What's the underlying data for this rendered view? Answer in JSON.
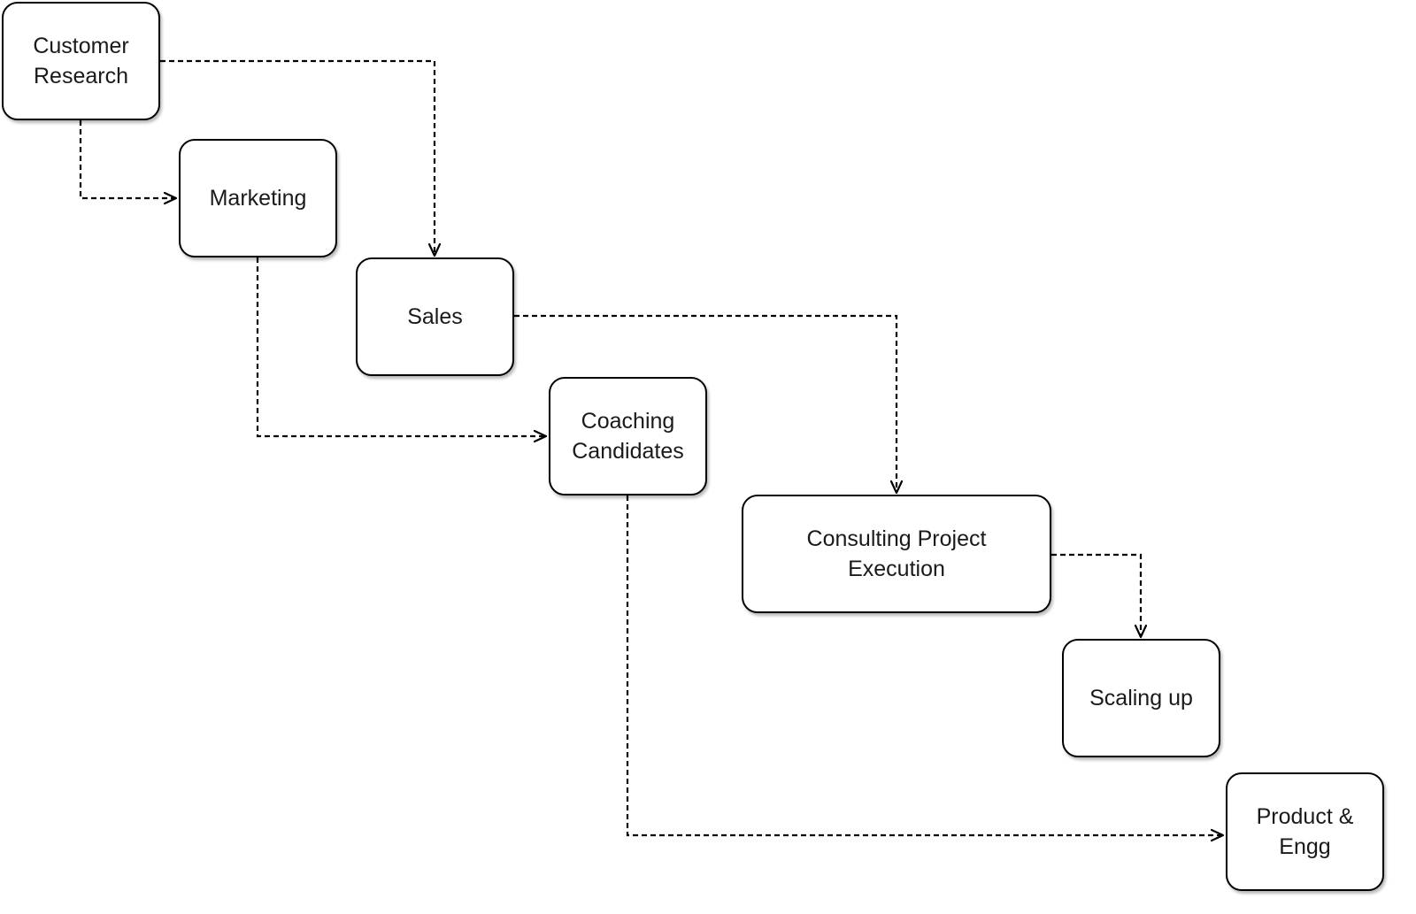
{
  "nodes": {
    "customer_research": "Customer\nResearch",
    "marketing": "Marketing",
    "sales": "Sales",
    "coaching_candidates": "Coaching\nCandidates",
    "consulting_project_execution": "Consulting Project\nExecution",
    "scaling_up": "Scaling up",
    "product_engg": "Product &\nEngg"
  },
  "edges": [
    {
      "from": "Customer Research",
      "to": "Marketing",
      "style": "dashed"
    },
    {
      "from": "Customer Research",
      "to": "Sales",
      "style": "dashed"
    },
    {
      "from": "Marketing",
      "to": "Coaching Candidates",
      "style": "dashed"
    },
    {
      "from": "Sales",
      "to": "Consulting Project Execution",
      "style": "dashed"
    },
    {
      "from": "Consulting Project Execution",
      "to": "Scaling up",
      "style": "dashed"
    },
    {
      "from": "Coaching Candidates",
      "to": "Product & Engg",
      "style": "dashed"
    }
  ],
  "colors": {
    "node_border": "#000000",
    "node_fill": "#ffffff",
    "connector": "#000000",
    "text": "#1a1a1a"
  }
}
